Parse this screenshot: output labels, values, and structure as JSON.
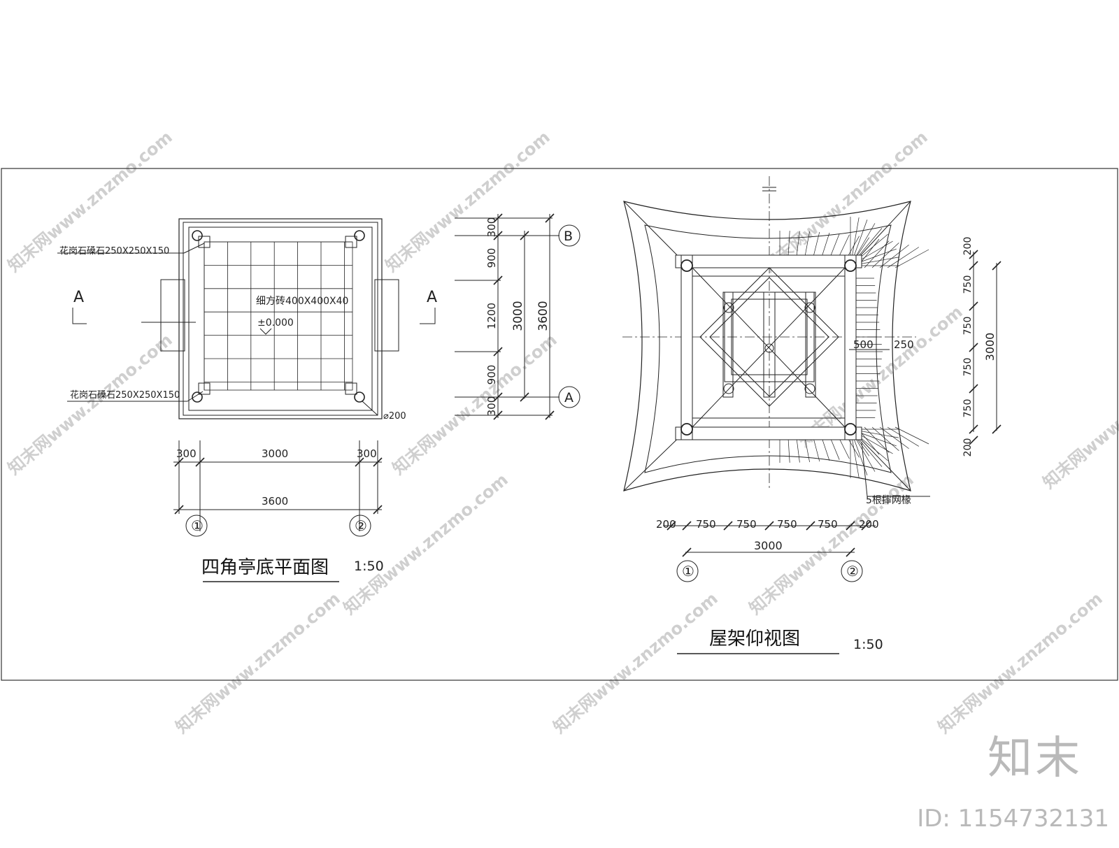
{
  "watermark": {
    "text": "知末网www.znzmo.com"
  },
  "brand": {
    "name": "知末",
    "id": "ID: 1154732131"
  },
  "plan": {
    "title": "四角亭底平面图",
    "scale": "1:50",
    "label_stone_top": "花岗石磉石250X250X150",
    "label_stone_bottom": "花岗石磉石250X250X150",
    "label_brick": "细方砖400X400X40",
    "label_level": "±0.000",
    "label_column": "⌀200",
    "section_mark": "A",
    "dims_bottom": [
      "300",
      "3000",
      "300"
    ],
    "dim_total": "3600",
    "axis_1": "①",
    "axis_2": "②"
  },
  "side_dims": {
    "segments": [
      "300",
      "900",
      "1200",
      "900",
      "300"
    ],
    "inner": "3000",
    "total": "3600",
    "axis_b": "B",
    "axis_a": "A"
  },
  "roof": {
    "title": "屋架仰视图",
    "scale": "1:50",
    "label_rafters": "5根摔网椽",
    "label_500": "500",
    "label_250": "250",
    "dims_bottom": [
      "200",
      "750",
      "750",
      "750",
      "750",
      "200"
    ],
    "dim_total": "3000",
    "axis_1": "①",
    "axis_2": "②",
    "dims_right": [
      "200",
      "750",
      "750",
      "750",
      "750",
      "200"
    ],
    "dim_right_total": "3000"
  }
}
